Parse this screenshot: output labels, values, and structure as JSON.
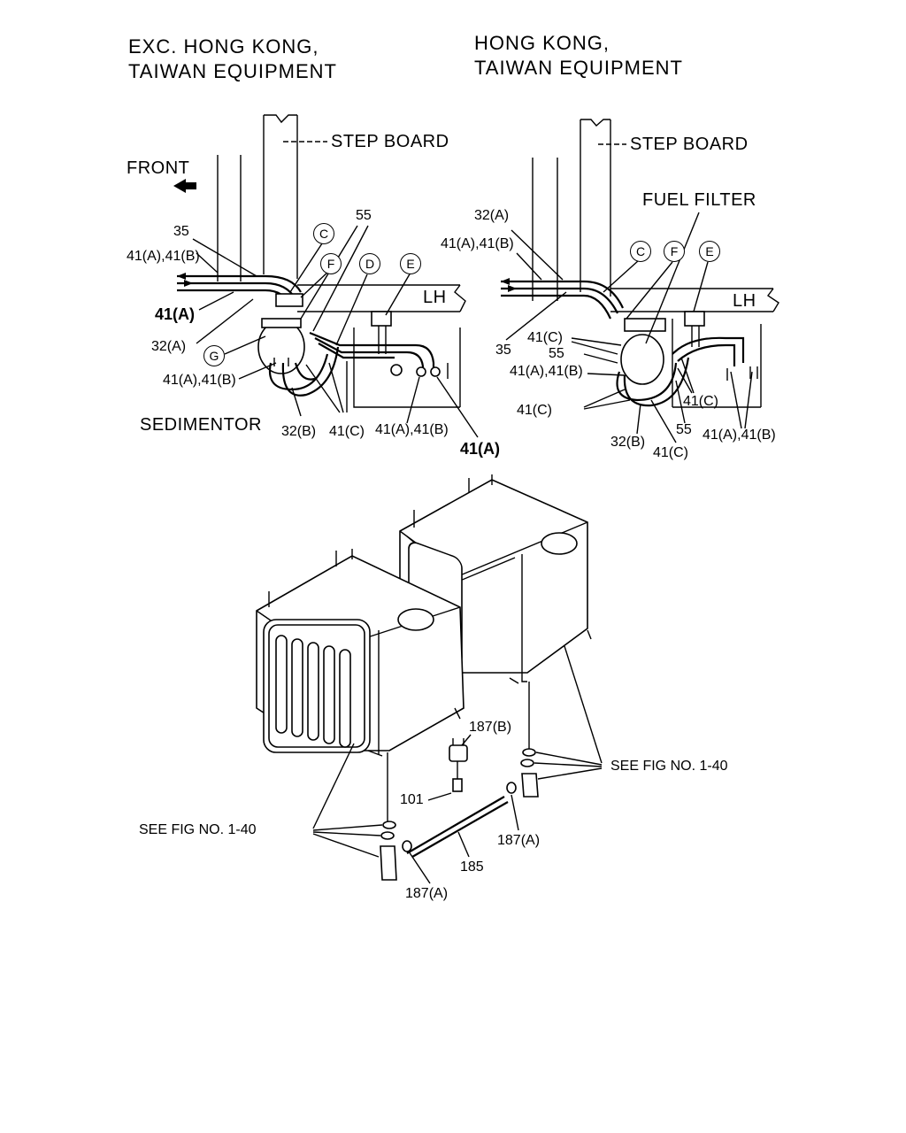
{
  "headers": {
    "left_line1": "EXC. HONG KONG,",
    "left_line2": "TAIWAN EQUIPMENT",
    "right_line1": "HONG KONG,",
    "right_line2": "TAIWAN EQUIPMENT"
  },
  "left_view": {
    "step_board": "STEP BOARD",
    "front": "FRONT",
    "lh": "LH",
    "sedimentor": "SEDIMENTOR",
    "callouts": {
      "c": "C",
      "f": "F",
      "d": "D",
      "e": "E",
      "g": "G"
    },
    "labels": {
      "p35": "35",
      "p55": "55",
      "p41ab_top": "41(A),41(B)",
      "p41a_left": "41(A)",
      "p32a": "32(A)",
      "p41ab_sed": "41(A),41(B)",
      "p32b": "32(B)",
      "p41c": "41(C)",
      "p41ab_bottom": "41(A),41(B)",
      "p41a_bold": "41(A)"
    }
  },
  "right_view": {
    "step_board": "STEP BOARD",
    "fuel_filter": "FUEL FILTER",
    "lh": "LH",
    "callouts": {
      "c": "C",
      "f": "F",
      "e": "E"
    },
    "labels": {
      "p32a": "32(A)",
      "p41ab_top": "41(A),41(B)",
      "p41c_1": "41(C)",
      "p55_1": "55",
      "p35": "35",
      "p41ab_mid": "41(A),41(B)",
      "p41c_2": "41(C)",
      "p41c_3": "41(C)",
      "p55_2": "55",
      "p41ab_right": "41(A),41(B)",
      "p32b": "32(B)",
      "p41c_4": "41(C)"
    }
  },
  "tanks": {
    "labels": {
      "p187b": "187(B)",
      "see_fig_right": "SEE  FIG  NO. 1-40",
      "p101": "101",
      "p187a_right": "187(A)",
      "see_fig_left": "SEE  FIG  NO. 1-40",
      "p185": "185",
      "p187a_bottom": "187(A)"
    }
  }
}
